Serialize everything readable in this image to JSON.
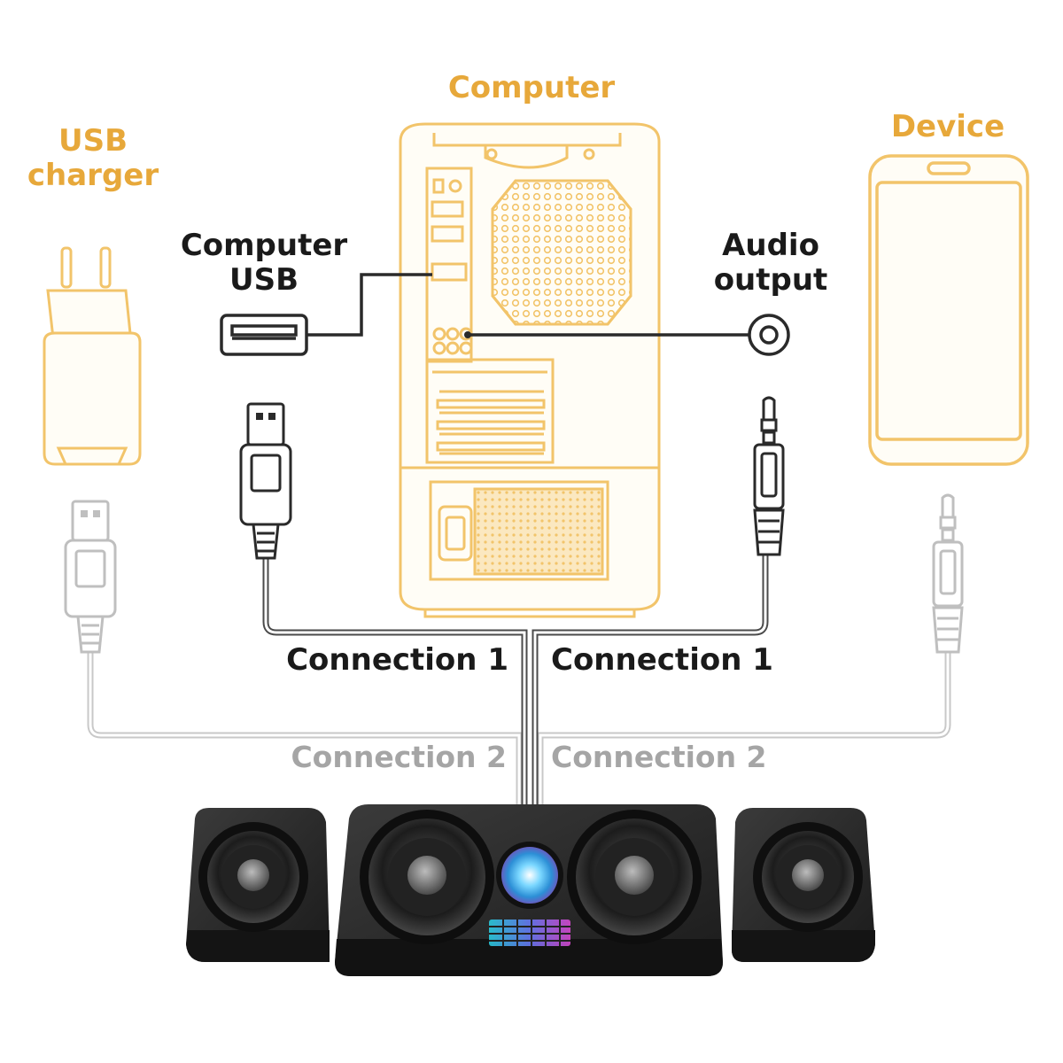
{
  "labels": {
    "computer": "Computer",
    "usb_charger_line1": "USB",
    "usb_charger_line2": "charger",
    "device": "Device",
    "computer_usb_line1": "Computer",
    "computer_usb_line2": "USB",
    "audio_output_line1": "Audio",
    "audio_output_line2": "output",
    "connection1_left": "Connection 1",
    "connection1_right": "Connection 1",
    "connection2_left": "Connection 2",
    "connection2_right": "Connection 2"
  },
  "colors": {
    "accent_gold": "#e7a83a",
    "outline_gold": "#f2c46a",
    "dark_text": "#1a1a1a",
    "gray_text": "#a5a5a5",
    "cable_dark": "#4a4a4a",
    "cable_light": "#c8c8c8",
    "speaker_body": "#2b2b2b"
  }
}
